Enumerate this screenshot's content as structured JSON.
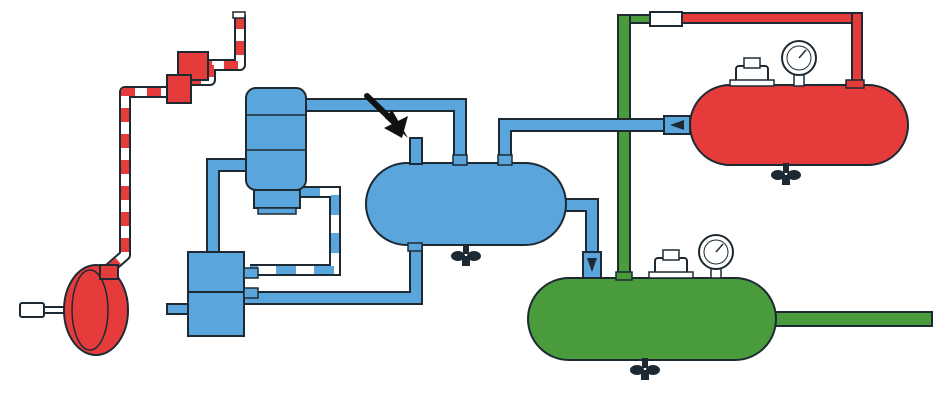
{
  "diagram": {
    "subject": "air-brake-compressed-air-system",
    "colors": {
      "supply": "#5aa6dc",
      "primary": "#e53b3b",
      "secondary": "#4a9b3c",
      "outline": "#1d2a33",
      "white": "#ffffff",
      "arrow": "#111111"
    },
    "components": [
      {
        "id": "compressor",
        "color": "supply"
      },
      {
        "id": "governor",
        "color": "supply"
      },
      {
        "id": "air-dryer",
        "color": "supply"
      },
      {
        "id": "supply-tank",
        "color": "supply"
      },
      {
        "id": "primary-tank",
        "color": "primary"
      },
      {
        "id": "secondary-tank",
        "color": "secondary"
      },
      {
        "id": "brake-chamber",
        "color": "primary"
      },
      {
        "id": "pressure-gauge-primary",
        "color": "white"
      },
      {
        "id": "pressure-gauge-secondary",
        "color": "white"
      },
      {
        "id": "safety-valve-primary",
        "color": "white"
      },
      {
        "id": "safety-valve-secondary",
        "color": "white"
      },
      {
        "id": "drain-valve-supply",
        "color": "outline"
      },
      {
        "id": "drain-valve-primary",
        "color": "outline"
      },
      {
        "id": "drain-valve-secondary",
        "color": "outline"
      },
      {
        "id": "check-valve-primary",
        "color": "supply"
      },
      {
        "id": "check-valve-secondary",
        "color": "supply"
      }
    ],
    "pointer": {
      "target": "supply-tank-fitting",
      "icon": "pointer-arrow-icon"
    }
  }
}
